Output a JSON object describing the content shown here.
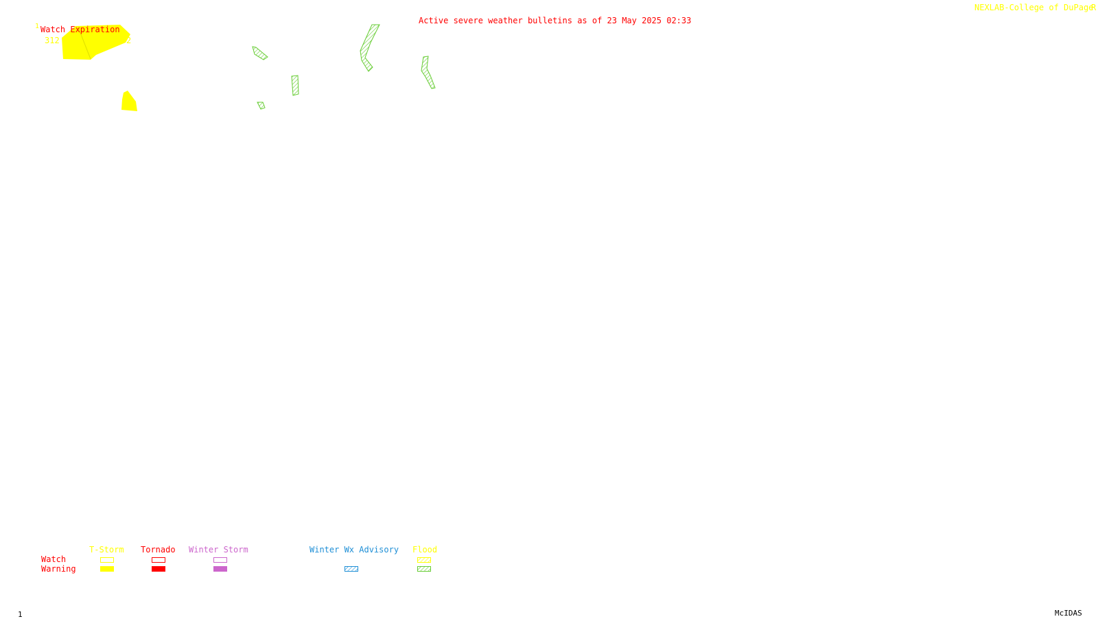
{
  "header": {
    "title": "Active severe weather bulletins as of 23 May 2025 02:33",
    "credit": "NEXLAB-College of DuPage",
    "credit_mark": "R"
  },
  "watch_expiration": {
    "label": "Watch Expiration",
    "marker_1": "1",
    "watch_id": "312",
    "time_fragment": "2"
  },
  "legend": {
    "row_labels": {
      "watch": "Watch",
      "warning": "Warning"
    },
    "columns": [
      {
        "label": "T-Storm",
        "color": "#ffff00"
      },
      {
        "label": "Tornado",
        "color": "#ff0000"
      },
      {
        "label": "Winter Storm",
        "color": "#cc66cc"
      },
      {
        "label": "Winter Wx Advisory",
        "color": "#1f8fd6"
      },
      {
        "label": "Flood",
        "color": "#ffff00",
        "warning_color": "#66cc33"
      }
    ]
  },
  "footer": {
    "frame_number": "1",
    "software": "McIDAS"
  },
  "colors": {
    "tstorm_warning": "#ffff00",
    "flood_warning": "#66cc33",
    "title_text": "#ff0000"
  }
}
